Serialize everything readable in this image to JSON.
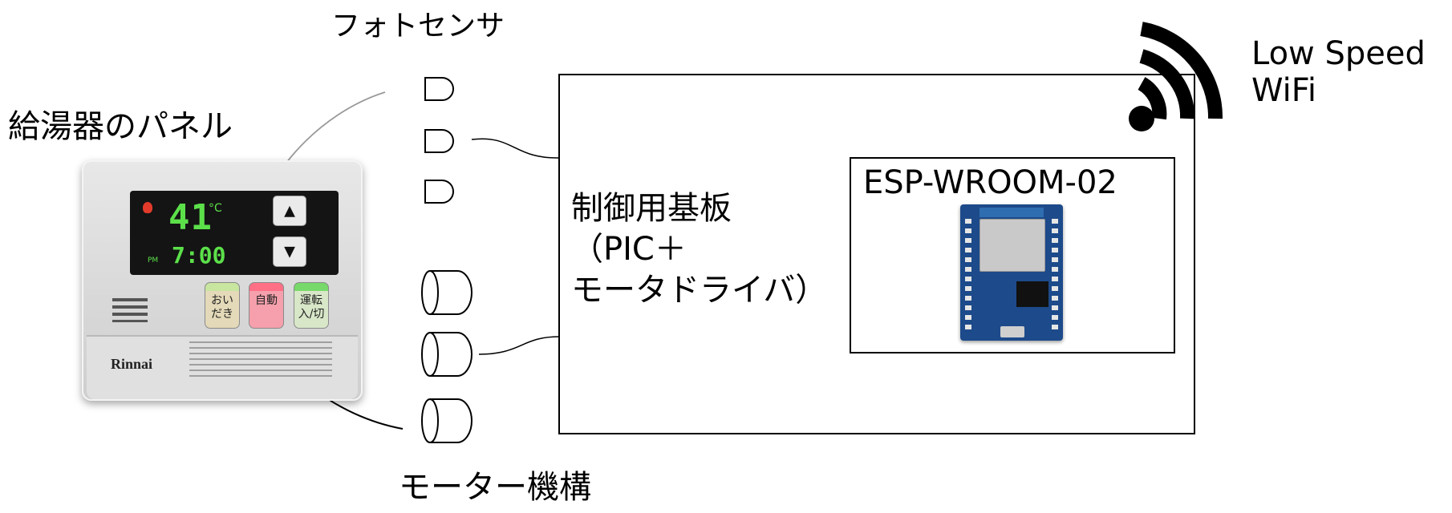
{
  "labels": {
    "photosensor": "フォトセンサ",
    "panel": "給湯器のパネル",
    "motor": "モーター機構",
    "wifi_line1": "Low Speed",
    "wifi_line2": "WiFi",
    "board_line1": "制御用基板",
    "board_line2": "（PIC＋",
    "board_line3": "モータドライバ）",
    "module": "ESP-WROOM-02"
  },
  "heater_panel": {
    "display_temp": "41",
    "display_unit": "°C",
    "display_ampm": "PM",
    "display_clock": "7:00",
    "buttons": [
      "おい\nだき",
      "自動",
      "運転\n入/切"
    ],
    "brand": "Rinnai"
  },
  "icons": {
    "wifi": "wifi-icon",
    "up": "triangle-up-icon",
    "down": "triangle-down-icon"
  }
}
